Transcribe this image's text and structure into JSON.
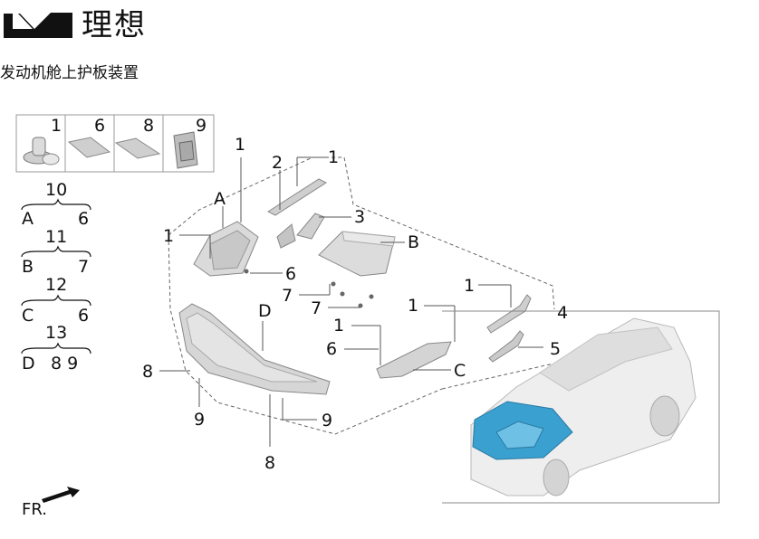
{
  "brand": {
    "logo_icon": "li-auto-logo-icon",
    "name": "理想"
  },
  "page_title": "发动机舱上护板装置",
  "legend_parts": [
    {
      "number": "1",
      "icon": "push-rivet-icon"
    },
    {
      "number": "6",
      "icon": "foam-pad-icon"
    },
    {
      "number": "8",
      "icon": "foam-strip-icon"
    },
    {
      "number": "9",
      "icon": "clip-nut-icon"
    }
  ],
  "kits": [
    {
      "number": "10",
      "left": "A",
      "right": "6"
    },
    {
      "number": "11",
      "left": "B",
      "right": "7"
    },
    {
      "number": "12",
      "left": "C",
      "right": "6"
    },
    {
      "number": "13",
      "left": "D",
      "right": "8 9"
    }
  ],
  "callouts": {
    "c1a": "1",
    "c2": "2",
    "c1b": "1",
    "c3": "3",
    "cB": "B",
    "cA": "A",
    "c1c": "1",
    "c6a": "6",
    "c7a": "7",
    "c7b": "7",
    "cD": "D",
    "c1d": "1",
    "c1e": "1",
    "c4": "4",
    "c1f": "1",
    "c6b": "6",
    "c5": "5",
    "cC": "C",
    "c8a": "8",
    "c9a": "9",
    "c9b": "9",
    "c8b": "8"
  },
  "direction": {
    "arrow_icon": "front-direction-arrow-icon",
    "label": "FR."
  },
  "vehicle_icon": "suv-location-icon",
  "colors": {
    "highlight": "#3aa0d0",
    "part_fill": "#d6d6d6",
    "ink": "#111111"
  }
}
